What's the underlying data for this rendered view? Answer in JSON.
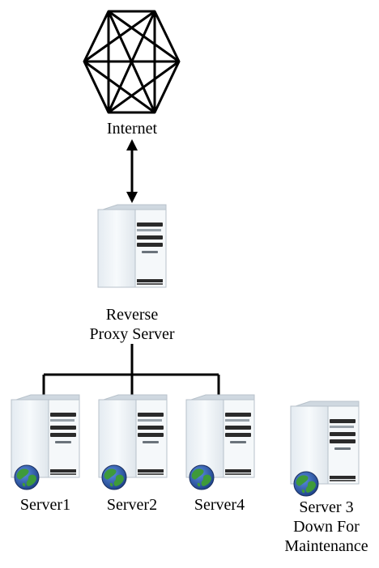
{
  "nodes": {
    "internet": {
      "label": "Internet",
      "icon": "internet-cloud-icon"
    },
    "proxy": {
      "line1": "Reverse",
      "line2": "Proxy Server",
      "icon": "server-tower-icon"
    },
    "server1": {
      "label": "Server1",
      "icon": "web-server-icon"
    },
    "server2": {
      "label": "Server2",
      "icon": "web-server-icon"
    },
    "server4": {
      "label": "Server4",
      "icon": "web-server-icon"
    },
    "server3": {
      "line1": "Server 3",
      "line2": "Down For",
      "line3": "Maintenance",
      "icon": "web-server-icon"
    }
  },
  "colors": {
    "line": "#000000",
    "server_body": "#eef3f7",
    "globe_ocean": "#2a5fb0",
    "globe_land": "#3e9a3a"
  }
}
